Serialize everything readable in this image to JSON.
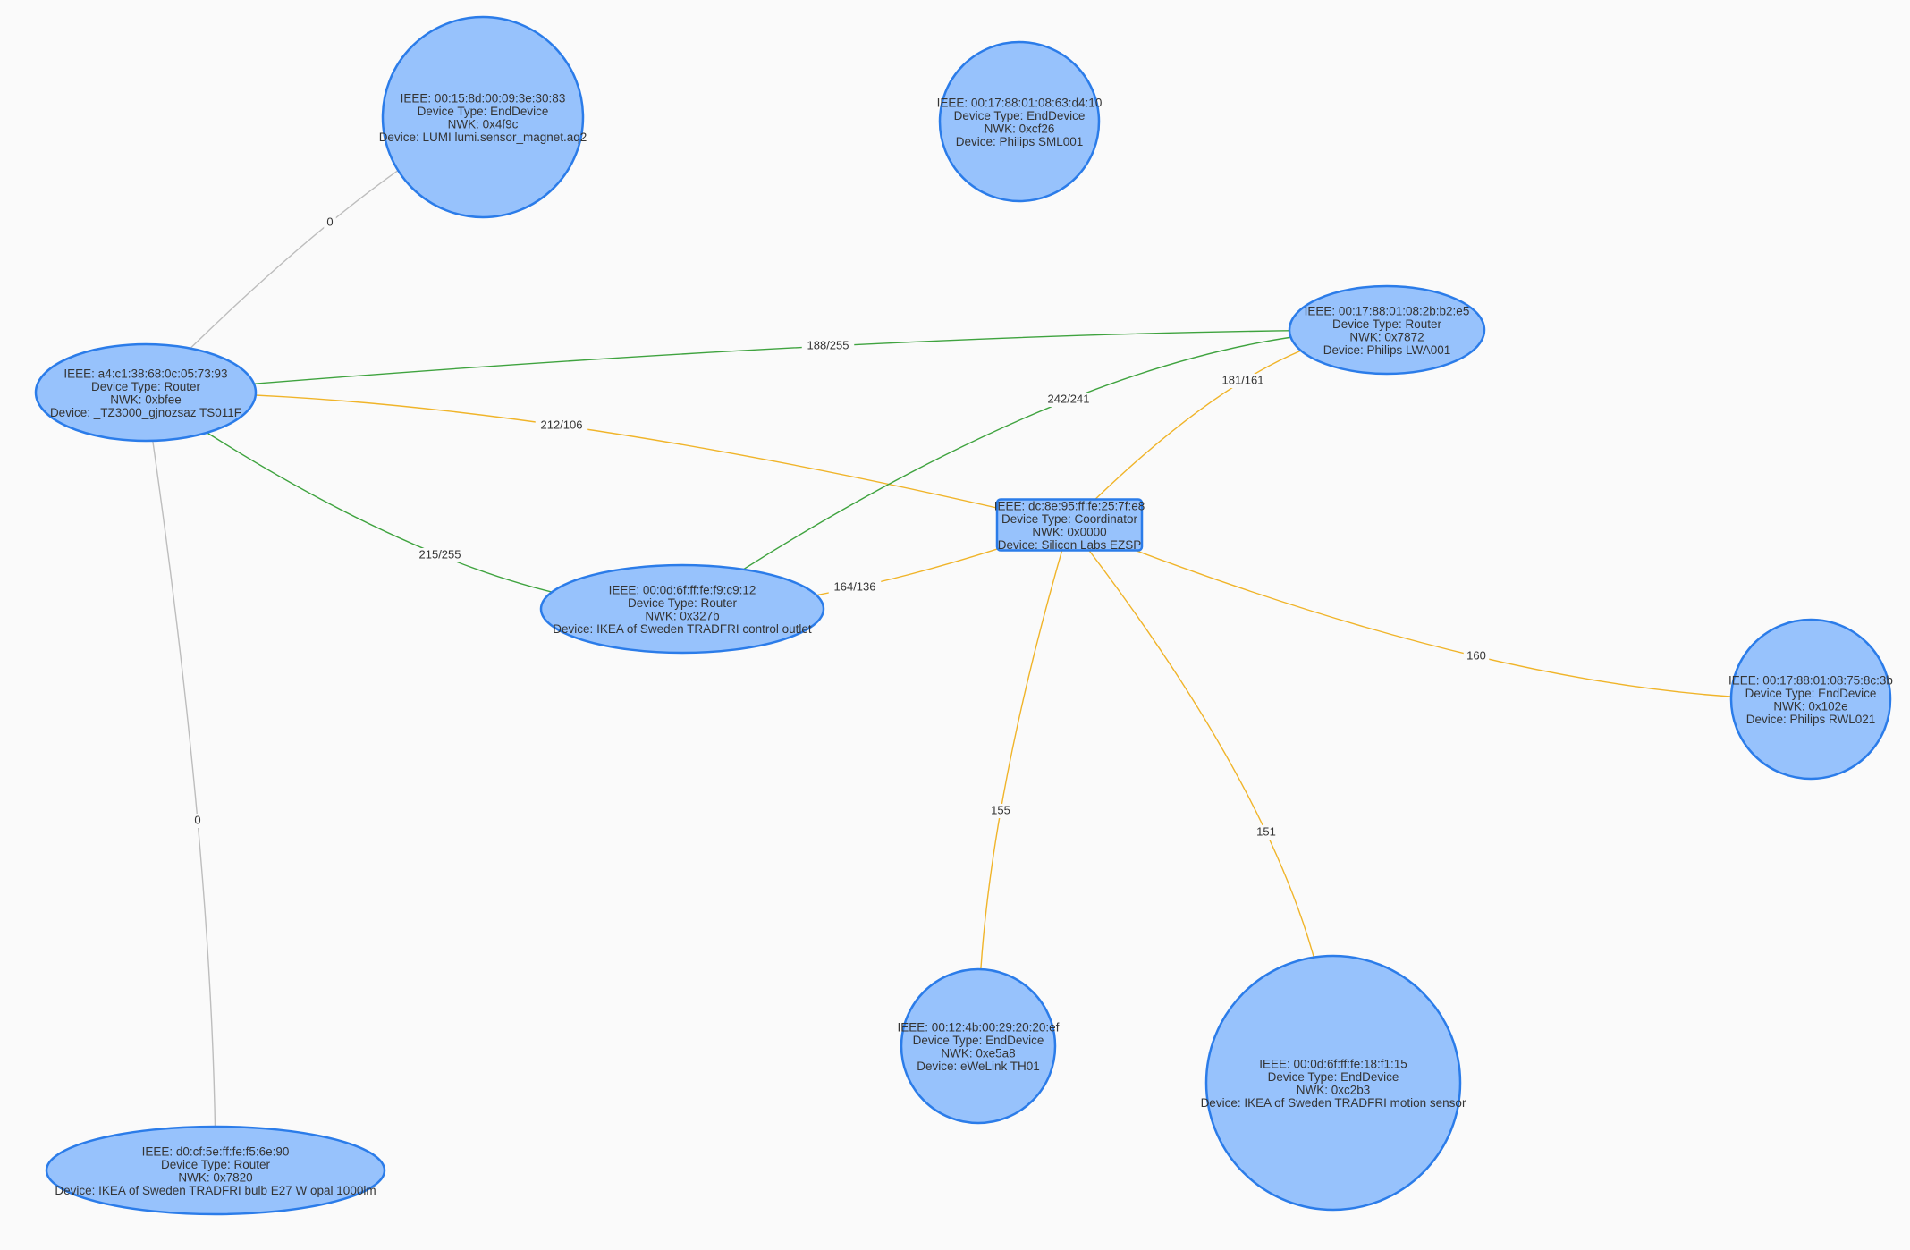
{
  "colors": {
    "node_fill": "#97c2fc",
    "node_border": "#2b7ce9",
    "edge_good": "#3fa33f",
    "edge_medium": "#f0b429",
    "edge_none": "#bdbdbd",
    "background": "#fafafa"
  },
  "nodes": [
    {
      "id": "lumi",
      "lines": [
        "IEEE: 00:15:8d:00:09:3e:30:83",
        "Device Type:  EndDevice",
        "NWK: 0x4f9c",
        "Device:  LUMI lumi.sensor_magnet.aq2"
      ]
    },
    {
      "id": "sml001",
      "lines": [
        "IEEE: 00:17:88:01:08:63:d4:10",
        "Device Type:  EndDevice",
        "NWK: 0xcf26",
        "Device:  Philips SML001"
      ]
    },
    {
      "id": "lwa001",
      "lines": [
        "IEEE: 00:17:88:01:08:2b:b2:e5",
        "Device Type:  Router",
        "NWK: 0x7872",
        "Device:  Philips LWA001"
      ]
    },
    {
      "id": "ts011f",
      "lines": [
        "IEEE: a4:c1:38:68:0c:05:73:93",
        "Device Type:  Router",
        "NWK: 0xbfee",
        "Device:  _TZ3000_gjnozsaz TS011F"
      ]
    },
    {
      "id": "coordinator",
      "lines": [
        "IEEE: dc:8e:95:ff:fe:25:7f:e8",
        "Device Type:  Coordinator",
        "NWK: 0x0000",
        "Device:  Silicon Labs EZSP"
      ]
    },
    {
      "id": "outlet",
      "lines": [
        "IEEE: 00:0d:6f:ff:fe:f9:c9:12",
        "Device Type:  Router",
        "NWK: 0x327b",
        "Device:  IKEA of Sweden TRADFRI control outlet"
      ]
    },
    {
      "id": "rwl021",
      "lines": [
        "IEEE: 00:17:88:01:08:75:8c:3b",
        "Device Type:  EndDevice",
        "NWK: 0x102e",
        "Device:  Philips RWL021"
      ]
    },
    {
      "id": "th01",
      "lines": [
        "IEEE: 00:12:4b:00:29:20:20:ef",
        "Device Type:  EndDevice",
        "NWK: 0xe5a8",
        "Device:  eWeLink TH01"
      ]
    },
    {
      "id": "motion",
      "lines": [
        "IEEE: 00:0d:6f:ff:fe:18:f1:15",
        "Device Type:  EndDevice",
        "NWK: 0xc2b3",
        "Device:  IKEA of Sweden TRADFRI motion sensor"
      ]
    },
    {
      "id": "bulb",
      "lines": [
        "IEEE: d0:cf:5e:ff:fe:f5:6e:90",
        "Device Type:  Router",
        "NWK: 0x7820",
        "Device:  IKEA of Sweden TRADFRI bulb E27 W opal 1000lm"
      ]
    }
  ],
  "edges": [
    {
      "from": "lumi",
      "to": "ts011f",
      "label": "0",
      "quality": "none"
    },
    {
      "from": "ts011f",
      "to": "lwa001",
      "label": "188/255",
      "quality": "good"
    },
    {
      "from": "ts011f",
      "to": "coordinator",
      "label": "212/106",
      "quality": "medium"
    },
    {
      "from": "ts011f",
      "to": "outlet",
      "label": "215/255",
      "quality": "good"
    },
    {
      "from": "outlet",
      "to": "lwa001",
      "label": "242/241",
      "quality": "good"
    },
    {
      "from": "coordinator",
      "to": "lwa001",
      "label": "181/161",
      "quality": "medium"
    },
    {
      "from": "outlet",
      "to": "coordinator",
      "label": "164/136",
      "quality": "medium"
    },
    {
      "from": "coordinator",
      "to": "rwl021",
      "label": "160",
      "quality": "medium"
    },
    {
      "from": "coordinator",
      "to": "th01",
      "label": "155",
      "quality": "medium"
    },
    {
      "from": "coordinator",
      "to": "motion",
      "label": "151",
      "quality": "medium"
    },
    {
      "from": "ts011f",
      "to": "bulb",
      "label": "0",
      "quality": "none"
    }
  ]
}
